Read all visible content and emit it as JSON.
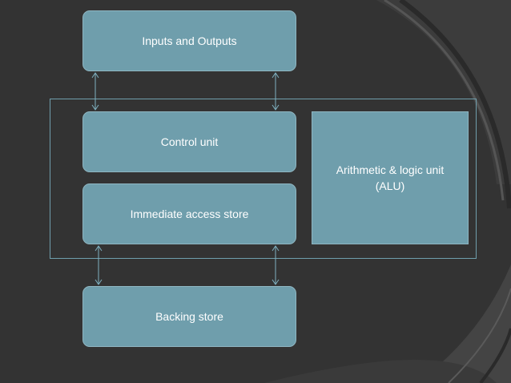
{
  "diagram": {
    "inputs_outputs": "Inputs and Outputs",
    "control_unit": "Control unit",
    "immediate_access_store": "Immediate access store",
    "backing_store": "Backing store",
    "alu_line1": "Arithmetic & logic unit",
    "alu_line2": "(ALU)"
  },
  "colors": {
    "background": "#333333",
    "box_fill": "#6f9eac",
    "arrow": "#7fb1c0"
  }
}
